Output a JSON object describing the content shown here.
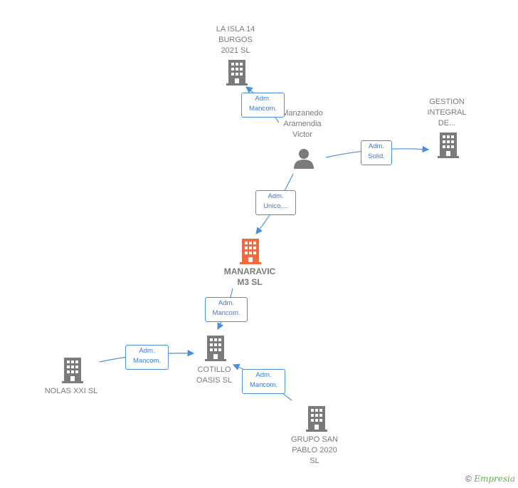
{
  "nodes": {
    "la_isla": {
      "label": "LA ISLA 14\nBURGOS\n2021  SL",
      "type": "company"
    },
    "manzanedo": {
      "label": "Manzanedo\nAramendia\nVictor",
      "type": "person"
    },
    "gestion": {
      "label": "GESTION\nINTEGRAL\nDE...",
      "type": "company"
    },
    "manaravic": {
      "label": "MANARAVIC\nM3  SL",
      "type": "company-main"
    },
    "cotillo": {
      "label": "COTILLO\nOASIS  SL",
      "type": "company"
    },
    "nolas": {
      "label": "NOLAS XXI SL",
      "type": "company"
    },
    "grupo": {
      "label": "GRUPO SAN\nPABLO 2020\nSL",
      "type": "company"
    }
  },
  "edges": {
    "e1": {
      "label": "Adm.\nMancom."
    },
    "e2": {
      "label": "Adm.\nSolid."
    },
    "e3": {
      "label": "Adm.\nUnico,..."
    },
    "e4": {
      "label": "Adm.\nMancom."
    },
    "e5": {
      "label": "Adm.\nMancom."
    },
    "e6": {
      "label": "Adm.\nMancom."
    }
  },
  "colors": {
    "company": "#7a7a7a",
    "main": "#f26a3d",
    "edge": "#4a90d9"
  },
  "footer": {
    "copyright": "©",
    "brand": "Empresia"
  }
}
